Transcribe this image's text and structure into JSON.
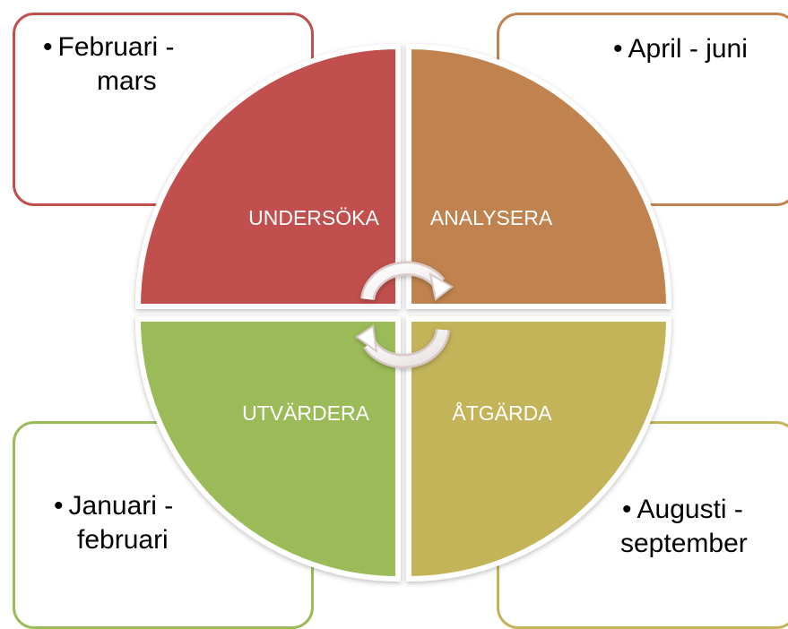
{
  "bullet_char": "•",
  "quadrants": {
    "top_left": {
      "label": "UNDERSÖKA",
      "color": "#c0504d"
    },
    "top_right": {
      "label": "ANALYSERA",
      "color": "#c0834f"
    },
    "bottom_left": {
      "label": "UTVÄRDERA",
      "color": "#9bbb59"
    },
    "bottom_right": {
      "label": "ÅTGÄRDA",
      "color": "#c3b45a"
    }
  },
  "cards": {
    "top_left": {
      "line1": "Februari -",
      "line2": "mars"
    },
    "top_right": {
      "line1": "April - juni"
    },
    "bottom_left": {
      "line1": "Januari -",
      "line2": "februari"
    },
    "bottom_right": {
      "line1": "Augusti -",
      "line2": "september"
    }
  },
  "center_icon": "cycle-arrows-icon"
}
